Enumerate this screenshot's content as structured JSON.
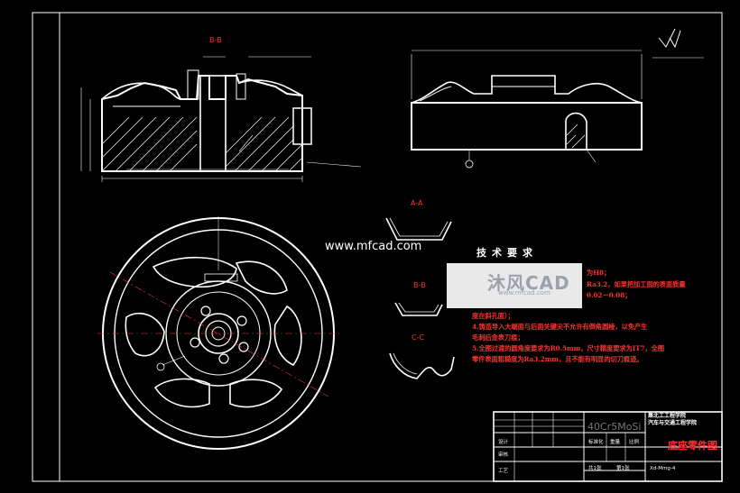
{
  "watermark": {
    "site": "www.mfcad.com",
    "logo_text": "沐风CAD",
    "logo_sub": "www.mfcad.com"
  },
  "section_labels": {
    "bb_top": "B-B",
    "aa": "A-A",
    "bb": "B-B",
    "cc": "C-C"
  },
  "technical_requirements": {
    "title": "技术要求",
    "notes": [
      "为H8；",
      "Ra3.2，如果把加工面的表面质量",
      "0.02－0.08；",
      "度在斜孔面）；",
      "4.铸造导入大端面与后面关键尖不允许有倒角圆棱，以免产生",
      "毛刺后金表刀痕；",
      "5.全图过渡的圆角度要求为R0.5mm，尺寸精度要求为IT7，全图",
      "零件表面粗糙度为Ra3.2mm，且不能有明显的切刀痕迹。"
    ]
  },
  "title_block": {
    "material": "40Cr5MoSi",
    "school_line1": "集北工工程学院",
    "school_line2": "汽车与交通工程学院",
    "drawing_title": "底座零件图",
    "col_standard": "标准化",
    "col_weight": "重量",
    "col_ratio": "比例",
    "sheet_info_1": "共1张",
    "sheet_info_2": "第1张",
    "drawing_number": "Xd-Mmg-4",
    "row_process": "工艺",
    "row_review": "审核",
    "row_design": "设计"
  },
  "colors": {
    "line": "#ffffff",
    "dimension": "#ff3030",
    "background": "#000000"
  }
}
